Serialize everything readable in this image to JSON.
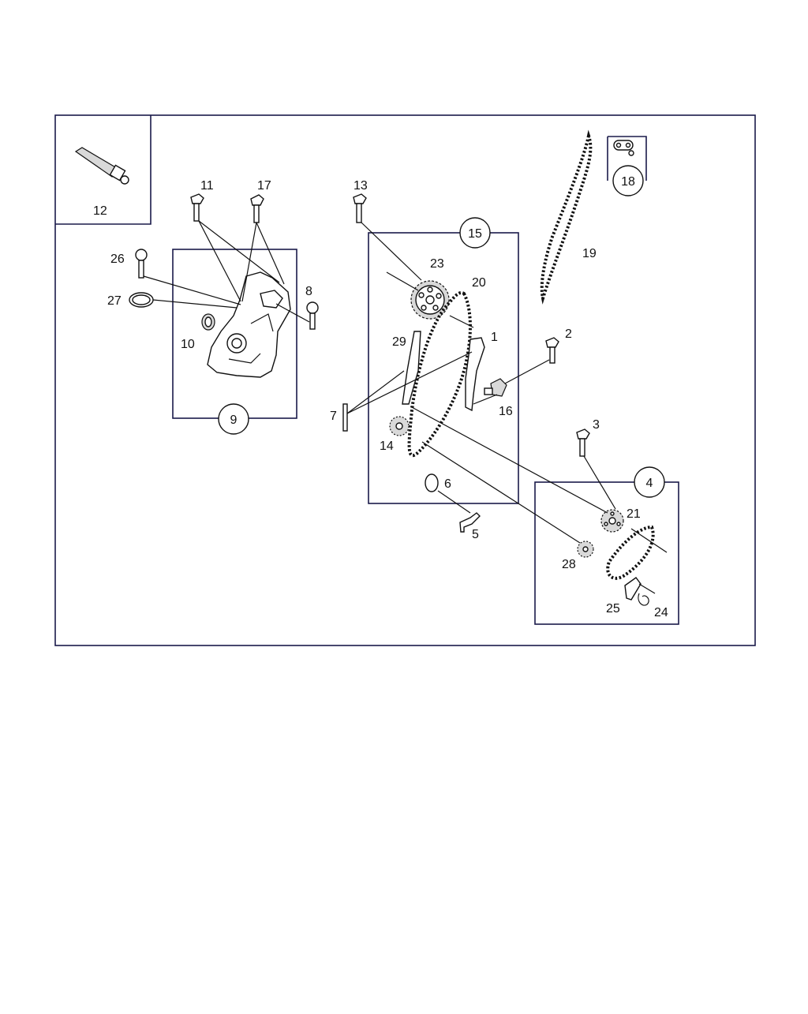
{
  "diagram": {
    "callouts": {
      "c1": "1",
      "c2": "2",
      "c3": "3",
      "c4": "4",
      "c5": "5",
      "c6": "6",
      "c7": "7",
      "c8": "8",
      "c9": "9",
      "c10": "10",
      "c11": "11",
      "c12": "12",
      "c13": "13",
      "c14": "14",
      "c15": "15",
      "c16": "16",
      "c17": "17",
      "c18": "18",
      "c19": "19",
      "c20": "20",
      "c21": "21",
      "c23": "23",
      "c24": "24",
      "c25": "25",
      "c26": "26",
      "c27": "27",
      "c28": "28",
      "c29": "29"
    },
    "colors": {
      "frame": "#1a1a4a",
      "ink": "#111111",
      "fill": "#d9d9d9"
    }
  }
}
